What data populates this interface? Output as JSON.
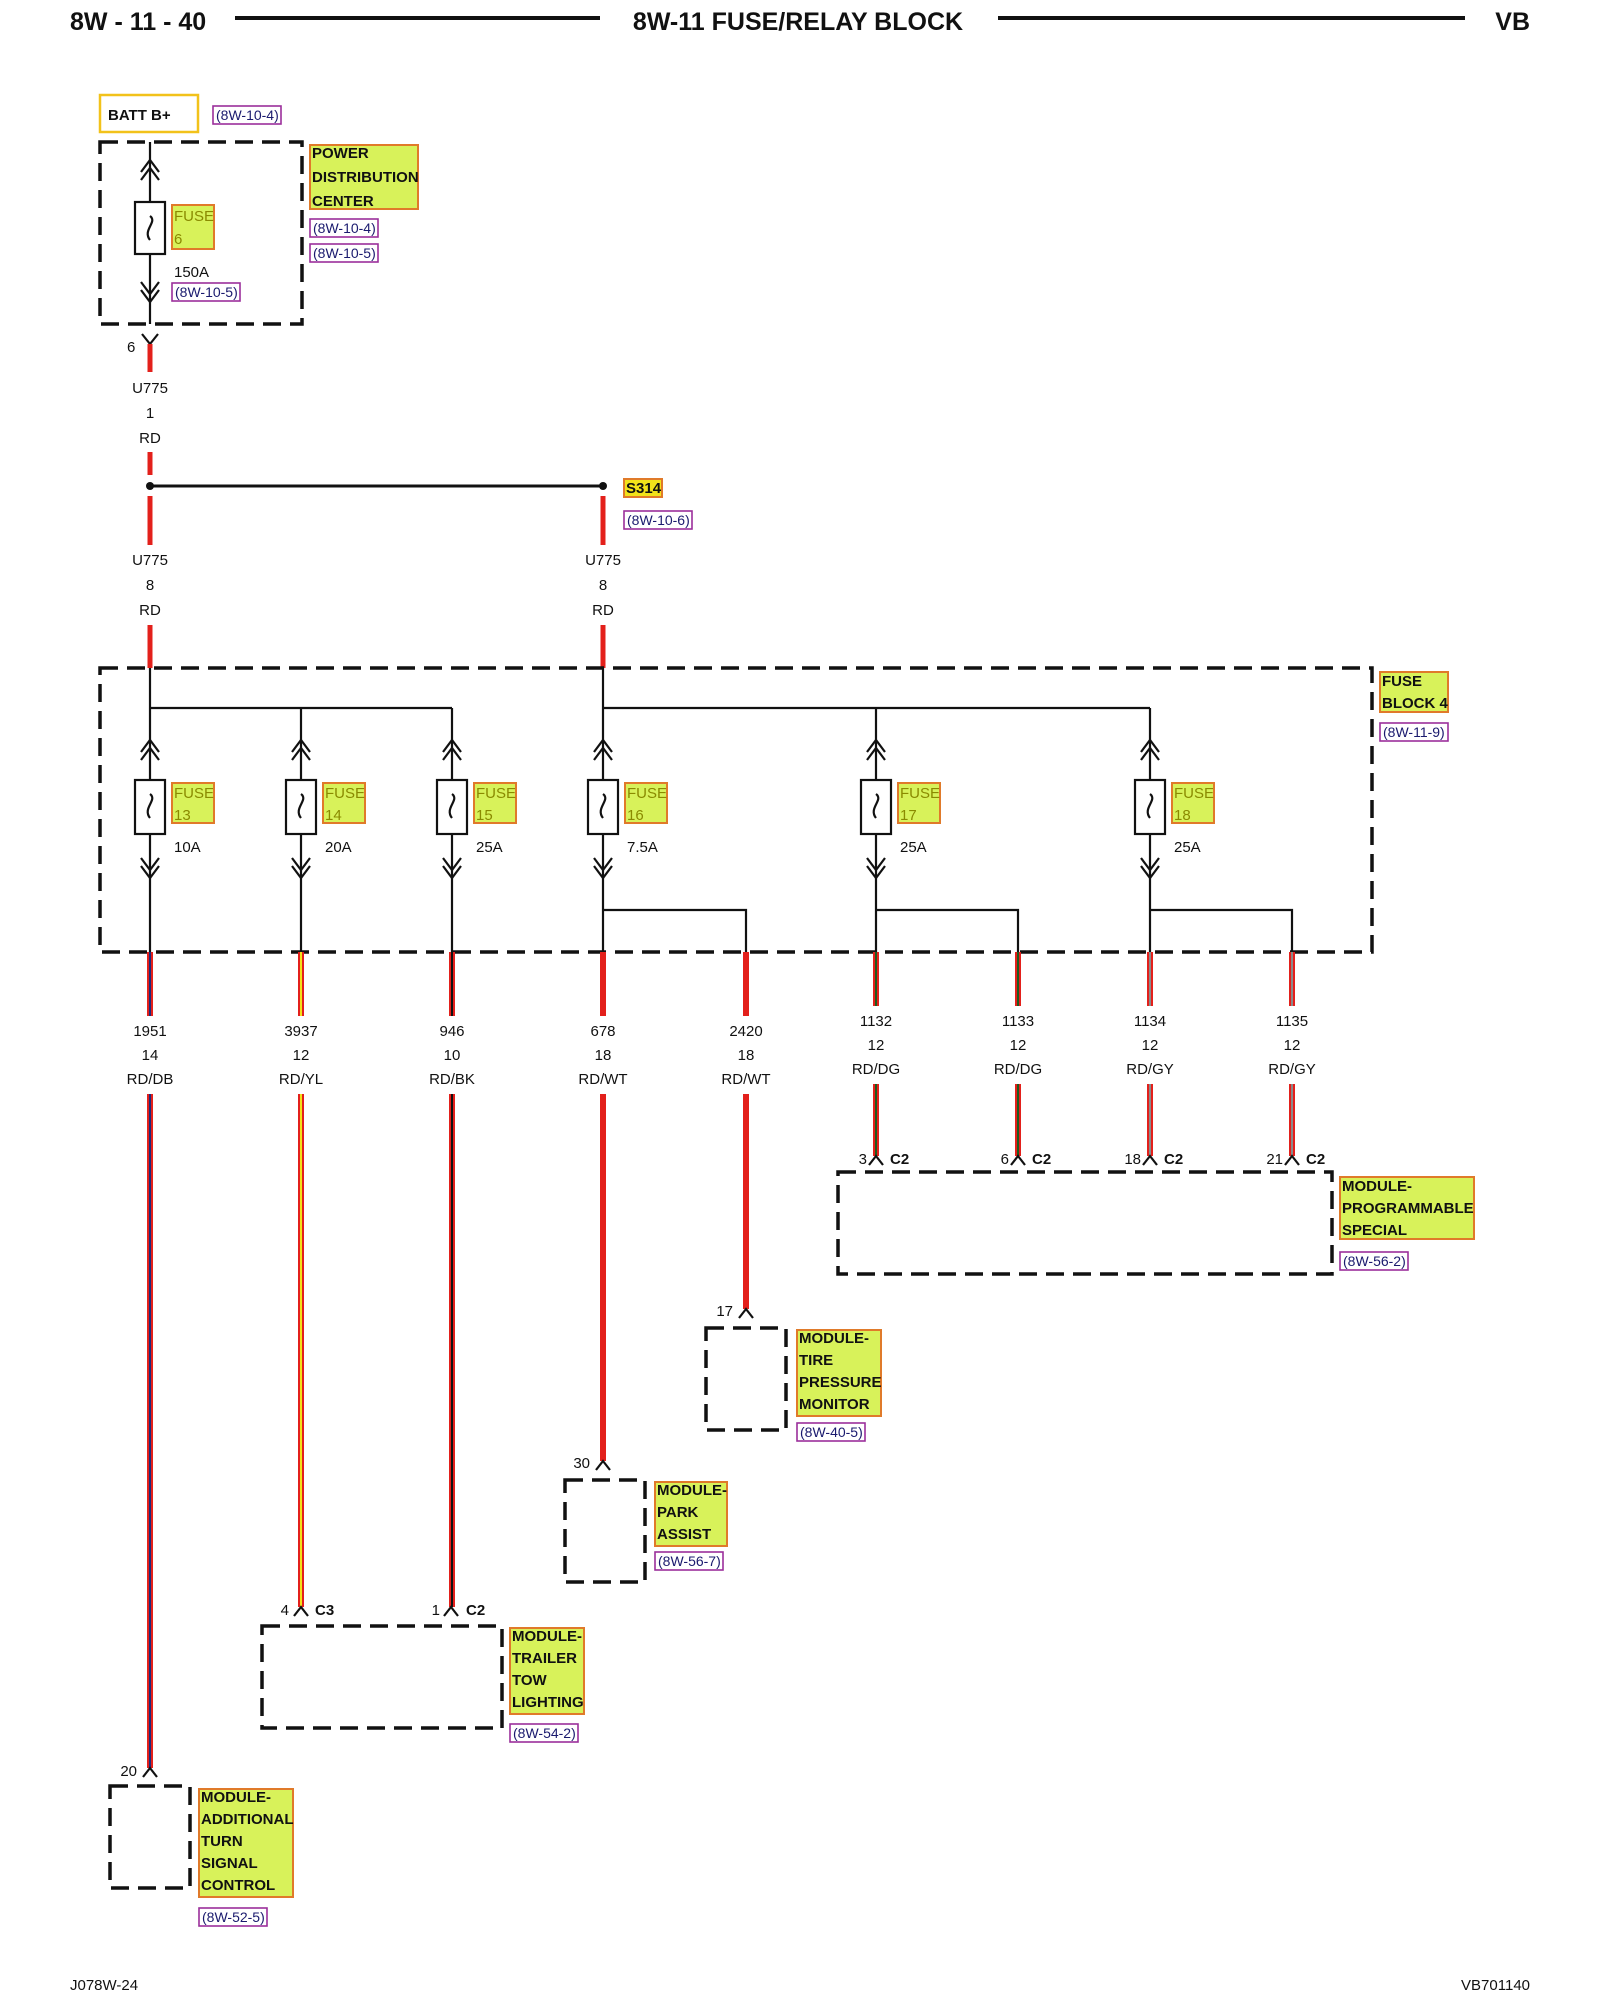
{
  "header": {
    "page_code": "8W - 11 - 40",
    "title": "8W-11 FUSE/RELAY BLOCK",
    "vehicle": "VB"
  },
  "footer": {
    "left": "J078W-24",
    "right": "VB701140"
  },
  "batt": {
    "label": "BATT B+",
    "ref": "(8W-10-4)"
  },
  "pdc": {
    "label_lines": [
      "POWER",
      "DISTRIBUTION",
      "CENTER"
    ],
    "refs": [
      "(8W-10-4)",
      "(8W-10-5)"
    ],
    "fuse_label": "FUSE",
    "fuse_num": "6",
    "fuse_rating": "150A",
    "fuse_ref": "(8W-10-5)",
    "cavity": "6"
  },
  "feed_wire": {
    "connector": "U775",
    "pin": "1",
    "color": "RD"
  },
  "splice": {
    "label": "S314",
    "ref": "(8W-10-6)"
  },
  "feeds": [
    {
      "connector": "U775",
      "pin": "8",
      "color": "RD"
    },
    {
      "connector": "U775",
      "pin": "8",
      "color": "RD"
    }
  ],
  "fuse_block": {
    "label_lines": [
      "FUSE",
      "BLOCK 4"
    ],
    "ref": "(8W-11-9)",
    "fuses": [
      {
        "label": "FUSE",
        "num": "13",
        "rating": "10A"
      },
      {
        "label": "FUSE",
        "num": "14",
        "rating": "20A"
      },
      {
        "label": "FUSE",
        "num": "15",
        "rating": "25A"
      },
      {
        "label": "FUSE",
        "num": "16",
        "rating": "7.5A"
      },
      {
        "label": "FUSE",
        "num": "17",
        "rating": "25A"
      },
      {
        "label": "FUSE",
        "num": "18",
        "rating": "25A"
      }
    ]
  },
  "circuits": [
    {
      "circuit": "1951",
      "gauge": "14",
      "color": "RD/DB"
    },
    {
      "circuit": "3937",
      "gauge": "12",
      "color": "RD/YL"
    },
    {
      "circuit": "946",
      "gauge": "10",
      "color": "RD/BK"
    },
    {
      "circuit": "678",
      "gauge": "18",
      "color": "RD/WT"
    },
    {
      "circuit": "2420",
      "gauge": "18",
      "color": "RD/WT"
    },
    {
      "circuit": "1132",
      "gauge": "12",
      "color": "RD/DG"
    },
    {
      "circuit": "1133",
      "gauge": "12",
      "color": "RD/DG"
    },
    {
      "circuit": "1134",
      "gauge": "12",
      "color": "RD/GY"
    },
    {
      "circuit": "1135",
      "gauge": "12",
      "color": "RD/GY"
    }
  ],
  "modules": {
    "programmable_special": {
      "label_lines": [
        "MODULE-",
        "PROGRAMMABLE",
        "SPECIAL"
      ],
      "ref": "(8W-56-2)",
      "pins": [
        {
          "pin": "3",
          "conn": "C2"
        },
        {
          "pin": "6",
          "conn": "C2"
        },
        {
          "pin": "18",
          "conn": "C2"
        },
        {
          "pin": "21",
          "conn": "C2"
        }
      ]
    },
    "tire_pressure": {
      "label_lines": [
        "MODULE-",
        "TIRE",
        "PRESSURE",
        "MONITOR"
      ],
      "ref": "(8W-40-5)",
      "pin": "17"
    },
    "park_assist": {
      "label_lines": [
        "MODULE-",
        "PARK",
        "ASSIST"
      ],
      "ref": "(8W-56-7)",
      "pin": "30"
    },
    "trailer_tow": {
      "label_lines": [
        "MODULE-",
        "TRAILER",
        "TOW",
        "LIGHTING"
      ],
      "ref": "(8W-54-2)",
      "pins": [
        {
          "pin": "4",
          "conn": "C3"
        },
        {
          "pin": "1",
          "conn": "C2"
        }
      ]
    },
    "turn_signal": {
      "label_lines": [
        "MODULE-",
        "ADDITIONAL",
        "TURN",
        "SIGNAL",
        "CONTROL"
      ],
      "ref": "(8W-52-5)",
      "pin": "20"
    }
  },
  "colors": {
    "red": "#e3201b",
    "dark_blue": "#1f2a7a",
    "yellow": "#f2e21a",
    "black": "#111111",
    "dark_green": "#1e5a1e",
    "gray": "#8a8a8a",
    "white": "#ffffff",
    "highlight": "#d8f25a",
    "highlight_border": "#e07a2a",
    "ref_border": "#9b2f9b",
    "batt_border": "#f2c21a"
  }
}
